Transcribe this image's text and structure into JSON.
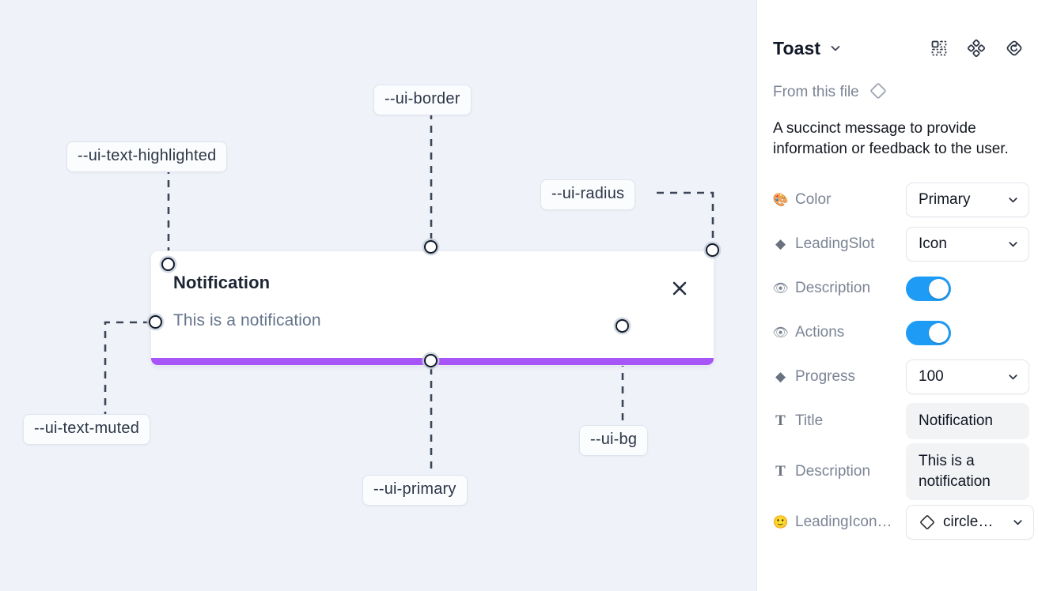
{
  "canvas": {
    "background_color": "#eff2f8",
    "toast": {
      "title": "Notification",
      "description": "This is a notification",
      "close_icon": "close-icon",
      "progress_color": "#a855f7",
      "background_color": "#ffffff"
    },
    "annotations": [
      {
        "id": "ui-border",
        "label": "--ui-border"
      },
      {
        "id": "ui-text-highlighted",
        "label": "--ui-text-highlighted"
      },
      {
        "id": "ui-radius",
        "label": "--ui-radius"
      },
      {
        "id": "ui-text-muted",
        "label": "--ui-text-muted"
      },
      {
        "id": "ui-primary",
        "label": "--ui-primary"
      },
      {
        "id": "ui-bg",
        "label": "--ui-bg"
      }
    ]
  },
  "panel": {
    "title": "Toast",
    "header_icons": [
      "component-icon",
      "component-set-icon",
      "reset-instance-icon"
    ],
    "source": {
      "label": "From this file",
      "icon": "diamond-outline-icon"
    },
    "description": "A succinct message to provide information or feedback to the user.",
    "properties": [
      {
        "icon": "palette-emoji-icon",
        "label": "Color",
        "control": "select",
        "value": "Primary"
      },
      {
        "icon": "diamond-solid-icon",
        "label": "LeadingSlot",
        "control": "select",
        "value": "Icon"
      },
      {
        "icon": "eye-emoji-icon",
        "label": "Description",
        "control": "toggle",
        "value": "on"
      },
      {
        "icon": "eye-emoji-icon",
        "label": "Actions",
        "control": "toggle",
        "value": "on"
      },
      {
        "icon": "diamond-solid-icon",
        "label": "Progress",
        "control": "select",
        "value": "100"
      },
      {
        "icon": "text-t-icon",
        "label": "Title",
        "control": "textfield",
        "value": "Notification"
      },
      {
        "icon": "text-t-icon",
        "label": "Description",
        "control": "textfield",
        "value": "This is a notification"
      },
      {
        "icon": "smiley-emoji-icon",
        "label": "LeadingIcon…",
        "control": "icon-select",
        "value": "circle…"
      }
    ],
    "toggle_on_color": "#1e9cf5"
  }
}
